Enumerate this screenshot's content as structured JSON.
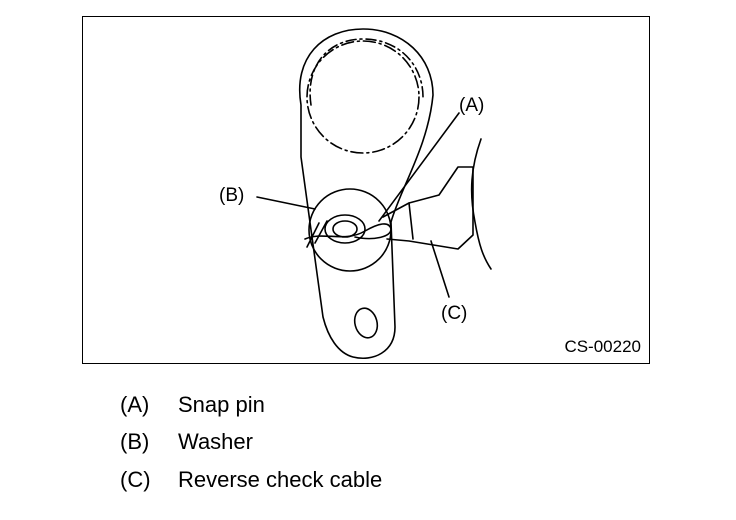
{
  "figure": {
    "code": "CS-00220",
    "callouts": {
      "a": "(A)",
      "b": "(B)",
      "c": "(C)"
    }
  },
  "legend": [
    {
      "key": "(A)",
      "text": "Snap pin"
    },
    {
      "key": "(B)",
      "text": "Washer"
    },
    {
      "key": "(C)",
      "text": "Reverse check cable"
    }
  ]
}
